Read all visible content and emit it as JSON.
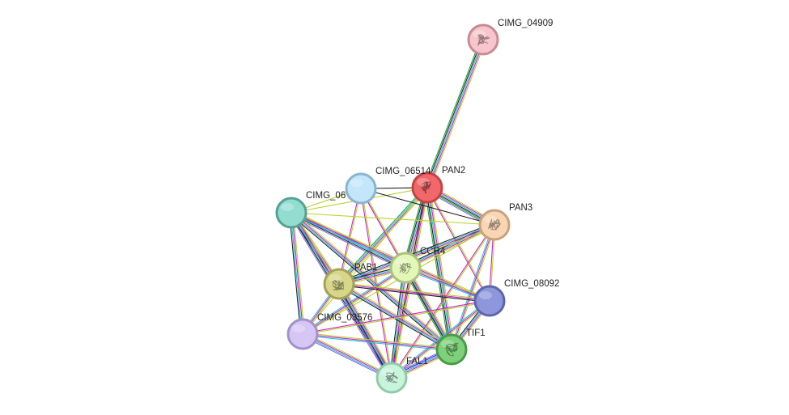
{
  "evidence_colors": {
    "neighborhood": "#22a62e",
    "fusion": "#d62828",
    "cooccurrence": "#2233dd",
    "experiments": "#cc22cc",
    "databases": "#22c2d6",
    "textmining": "#b9d22a",
    "coexpression": "#222222",
    "homology": "#8a6adf"
  },
  "nodes": [
    {
      "id": "CIMG_04909",
      "label": "CIMG_04909",
      "fill": "#f7c6cc",
      "stroke": "#c78b91",
      "structure": true
    },
    {
      "id": "PAN2",
      "label": "PAN2",
      "fill": "#f2686a",
      "stroke": "#c44446",
      "structure": true
    },
    {
      "id": "CIMG_06514",
      "label": "CIMG_06514",
      "fill": "#c3e6fa",
      "stroke": "#8ab5ce",
      "structure": false
    },
    {
      "id": "CIMG_06",
      "label": "CIMG_06",
      "fill": "#93dcd0",
      "stroke": "#56a195",
      "structure": false
    },
    {
      "id": "PAN3",
      "label": "PAN3",
      "fill": "#f8d6b4",
      "stroke": "#c9a27c",
      "structure": true
    },
    {
      "id": "CCR4",
      "label": "CCR4",
      "fill": "#e3f7b8",
      "stroke": "#a9c37c",
      "structure": true
    },
    {
      "id": "PAB1",
      "label": "PAB1",
      "fill": "#d7d68a",
      "stroke": "#a3a255",
      "structure": true
    },
    {
      "id": "CIMG_08092",
      "label": "CIMG_08092",
      "fill": "#8e97dc",
      "stroke": "#5d66ad",
      "structure": false
    },
    {
      "id": "CIMG_03576",
      "label": "CIMG_03576",
      "fill": "#d5c6f6",
      "stroke": "#a292c8",
      "structure": false
    },
    {
      "id": "TIF1",
      "label": "TIF1",
      "fill": "#7fd07a",
      "stroke": "#4b9a47",
      "structure": true
    },
    {
      "id": "FAL1",
      "label": "FAL1",
      "fill": "#c8f4dc",
      "stroke": "#93c9aa",
      "structure": true
    }
  ],
  "edges": [
    {
      "a": "CIMG_04909",
      "b": "PAN2",
      "types": [
        "textmining",
        "experiments",
        "databases",
        "coexpression",
        "neighborhood"
      ]
    },
    {
      "a": "PAN2",
      "b": "PAN3",
      "types": [
        "textmining",
        "experiments",
        "databases",
        "coexpression",
        "neighborhood",
        "homology"
      ]
    },
    {
      "a": "PAN2",
      "b": "CCR4",
      "types": [
        "textmining",
        "experiments",
        "databases",
        "coexpression",
        "neighborhood"
      ]
    },
    {
      "a": "PAN2",
      "b": "PAB1",
      "types": [
        "textmining",
        "experiments",
        "databases",
        "neighborhood"
      ]
    },
    {
      "a": "PAN2",
      "b": "TIF1",
      "types": [
        "textmining",
        "experiments",
        "databases",
        "coexpression",
        "neighborhood"
      ]
    },
    {
      "a": "PAN2",
      "b": "FAL1",
      "types": [
        "textmining",
        "experiments",
        "coexpression"
      ]
    },
    {
      "a": "PAN2",
      "b": "CIMG_06514",
      "types": [
        "coexpression"
      ]
    },
    {
      "a": "PAN2",
      "b": "CIMG_06",
      "types": [
        "textmining"
      ]
    },
    {
      "a": "PAN2",
      "b": "CIMG_08092",
      "types": [
        "textmining",
        "experiments"
      ]
    },
    {
      "a": "PAN2",
      "b": "CIMG_03576",
      "types": [
        "textmining"
      ]
    },
    {
      "a": "CIMG_06514",
      "b": "PAN3",
      "types": [
        "coexpression"
      ]
    },
    {
      "a": "CIMG_06514",
      "b": "CIMG_06",
      "types": [
        "textmining"
      ]
    },
    {
      "a": "CIMG_06514",
      "b": "CCR4",
      "types": [
        "textmining",
        "experiments"
      ]
    },
    {
      "a": "CIMG_06514",
      "b": "PAB1",
      "types": [
        "textmining",
        "experiments"
      ]
    },
    {
      "a": "CIMG_06514",
      "b": "TIF1",
      "types": [
        "textmining",
        "experiments"
      ]
    },
    {
      "a": "CIMG_06514",
      "b": "FAL1",
      "types": [
        "textmining",
        "experiments"
      ]
    },
    {
      "a": "CIMG_06",
      "b": "PAN3",
      "types": [
        "textmining"
      ]
    },
    {
      "a": "CIMG_06",
      "b": "CCR4",
      "types": [
        "textmining",
        "experiments",
        "databases",
        "coexpression",
        "homology"
      ]
    },
    {
      "a": "CIMG_06",
      "b": "PAB1",
      "types": [
        "textmining",
        "experiments",
        "databases",
        "coexpression"
      ]
    },
    {
      "a": "CIMG_06",
      "b": "CIMG_03576",
      "types": [
        "textmining",
        "experiments",
        "databases",
        "coexpression"
      ]
    },
    {
      "a": "CIMG_06",
      "b": "FAL1",
      "types": [
        "textmining",
        "experiments",
        "databases",
        "coexpression",
        "homology"
      ]
    },
    {
      "a": "CIMG_06",
      "b": "TIF1",
      "types": [
        "textmining",
        "experiments",
        "databases",
        "coexpression"
      ]
    },
    {
      "a": "CIMG_06",
      "b": "CIMG_08092",
      "types": [
        "textmining",
        "experiments",
        "databases"
      ]
    },
    {
      "a": "PAN3",
      "b": "CCR4",
      "types": [
        "textmining",
        "experiments",
        "databases",
        "coexpression"
      ]
    },
    {
      "a": "PAN3",
      "b": "PAB1",
      "types": [
        "textmining",
        "experiments",
        "databases",
        "coexpression"
      ]
    },
    {
      "a": "PAN3",
      "b": "TIF1",
      "types": [
        "textmining",
        "experiments",
        "databases"
      ]
    },
    {
      "a": "PAN3",
      "b": "FAL1",
      "types": [
        "textmining",
        "experiments"
      ]
    },
    {
      "a": "PAN3",
      "b": "CIMG_08092",
      "types": [
        "textmining",
        "experiments"
      ]
    },
    {
      "a": "PAN3",
      "b": "CIMG_03576",
      "types": [
        "textmining"
      ]
    },
    {
      "a": "CCR4",
      "b": "PAB1",
      "types": [
        "textmining",
        "experiments",
        "databases",
        "coexpression"
      ]
    },
    {
      "a": "CCR4",
      "b": "TIF1",
      "types": [
        "textmining",
        "experiments",
        "databases",
        "coexpression",
        "neighborhood"
      ]
    },
    {
      "a": "CCR4",
      "b": "FAL1",
      "types": [
        "textmining",
        "experiments",
        "databases",
        "coexpression"
      ]
    },
    {
      "a": "CCR4",
      "b": "CIMG_08092",
      "types": [
        "textmining",
        "experiments",
        "databases"
      ]
    },
    {
      "a": "CCR4",
      "b": "CIMG_03576",
      "types": [
        "textmining",
        "experiments",
        "databases"
      ]
    },
    {
      "a": "PAB1",
      "b": "TIF1",
      "types": [
        "textmining",
        "experiments",
        "databases",
        "coexpression"
      ]
    },
    {
      "a": "PAB1",
      "b": "FAL1",
      "types": [
        "textmining",
        "experiments",
        "databases",
        "coexpression",
        "homology"
      ]
    },
    {
      "a": "PAB1",
      "b": "CIMG_08092",
      "types": [
        "textmining",
        "experiments",
        "coexpression"
      ]
    },
    {
      "a": "PAB1",
      "b": "CIMG_03576",
      "types": [
        "textmining",
        "experiments",
        "databases"
      ]
    },
    {
      "a": "CIMG_08092",
      "b": "TIF1",
      "types": [
        "textmining",
        "experiments",
        "databases",
        "coexpression"
      ]
    },
    {
      "a": "CIMG_08092",
      "b": "FAL1",
      "types": [
        "textmining",
        "experiments",
        "databases"
      ]
    },
    {
      "a": "CIMG_08092",
      "b": "CIMG_03576",
      "types": [
        "textmining",
        "experiments"
      ]
    },
    {
      "a": "CIMG_03576",
      "b": "FAL1",
      "types": [
        "textmining",
        "experiments",
        "databases",
        "homology"
      ]
    },
    {
      "a": "CIMG_03576",
      "b": "TIF1",
      "types": [
        "textmining",
        "experiments",
        "databases"
      ]
    },
    {
      "a": "TIF1",
      "b": "FAL1",
      "types": [
        "textmining",
        "experiments",
        "databases",
        "cooccurrence",
        "homology"
      ]
    }
  ]
}
